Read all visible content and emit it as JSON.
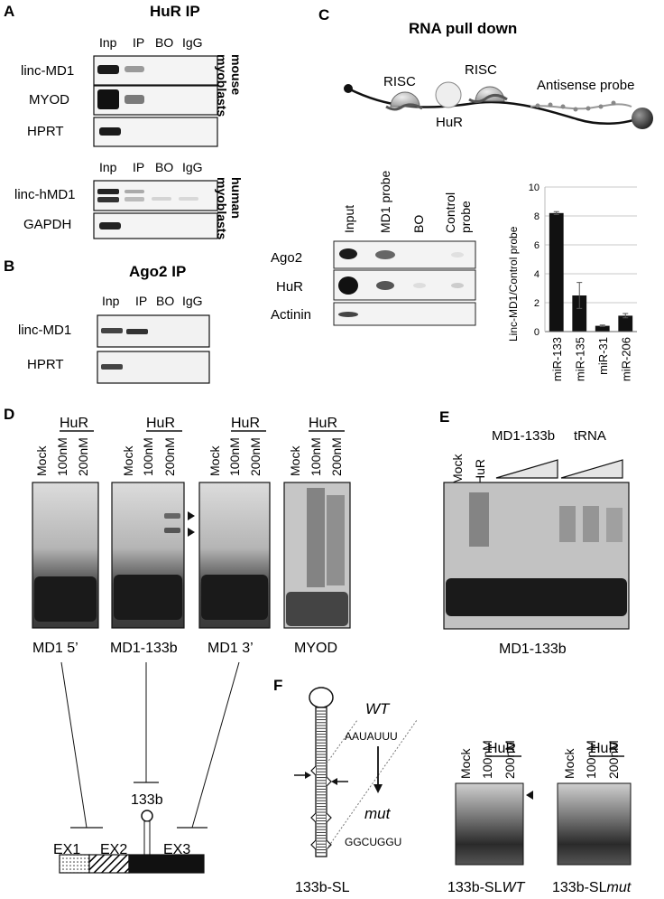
{
  "panelA": {
    "letter": "A",
    "title": "HuR IP",
    "lanes_mouse": [
      "Inp",
      "IP",
      "BO",
      "IgG"
    ],
    "rows_mouse": [
      "linc-MD1",
      "MYOD",
      "HPRT"
    ],
    "side_mouse": [
      "mouse",
      "myoblasts"
    ],
    "lanes_human": [
      "Inp",
      "IP",
      "BO",
      "IgG"
    ],
    "rows_human": [
      "linc-hMD1",
      "GAPDH"
    ],
    "side_human": [
      "human",
      "myoblasts"
    ]
  },
  "panelB": {
    "letter": "B",
    "title": "Ago2 IP",
    "lanes": [
      "Inp",
      "IP",
      "BO",
      "IgG"
    ],
    "rows": [
      "linc-MD1",
      "HPRT"
    ]
  },
  "panelC": {
    "letter": "C",
    "title": "RNA pull down",
    "risc_1": "RISC",
    "risc_2": "RISC",
    "hur": "HuR",
    "antisense": "Antisense probe",
    "lanes": [
      "Input",
      "MD1 probe",
      "BO",
      "Control",
      "probe"
    ],
    "rows": [
      "Ago2",
      "HuR",
      "Actinin"
    ]
  },
  "chart_data": {
    "type": "bar",
    "categories": [
      "miR-133",
      "miR-135",
      "miR-31",
      "miR-206"
    ],
    "values": [
      8.2,
      2.5,
      0.4,
      1.1
    ],
    "errors": [
      0.1,
      0.9,
      0.05,
      0.15
    ],
    "ylabel": "Linc-MD1/Control probe",
    "yticks": [
      "0",
      "2",
      "4",
      "6",
      "8",
      "10"
    ],
    "ylim": [
      0,
      10
    ],
    "grid": true,
    "bar_color": "#111111"
  },
  "panelD": {
    "letter": "D",
    "hur": "HuR",
    "lanes": [
      "Mock",
      "100nM",
      "200nM"
    ],
    "gels": [
      "MD1 5’",
      "MD1-133b",
      "MD1 3’",
      "MYOD"
    ],
    "ex": [
      "EX1",
      "EX2",
      "EX3"
    ],
    "mir": "133b"
  },
  "panelE": {
    "letter": "E",
    "lanes": [
      "Mock",
      "HuR"
    ],
    "compA": "MD1-133b",
    "compB": "tRNA",
    "caption": "MD1-133b"
  },
  "panelF": {
    "letter": "F",
    "wt": "WT",
    "wt_seq": "AAUAUUU",
    "mut": "mut",
    "mut_seq": "GGCUGGU",
    "stemloop": "133b-SL",
    "hur": "HuR",
    "lanes": [
      "Mock",
      "100nM",
      "200nM"
    ],
    "cap_prefix": "133b-SL",
    "cap_wt": "WT",
    "cap_mut": "mut"
  }
}
